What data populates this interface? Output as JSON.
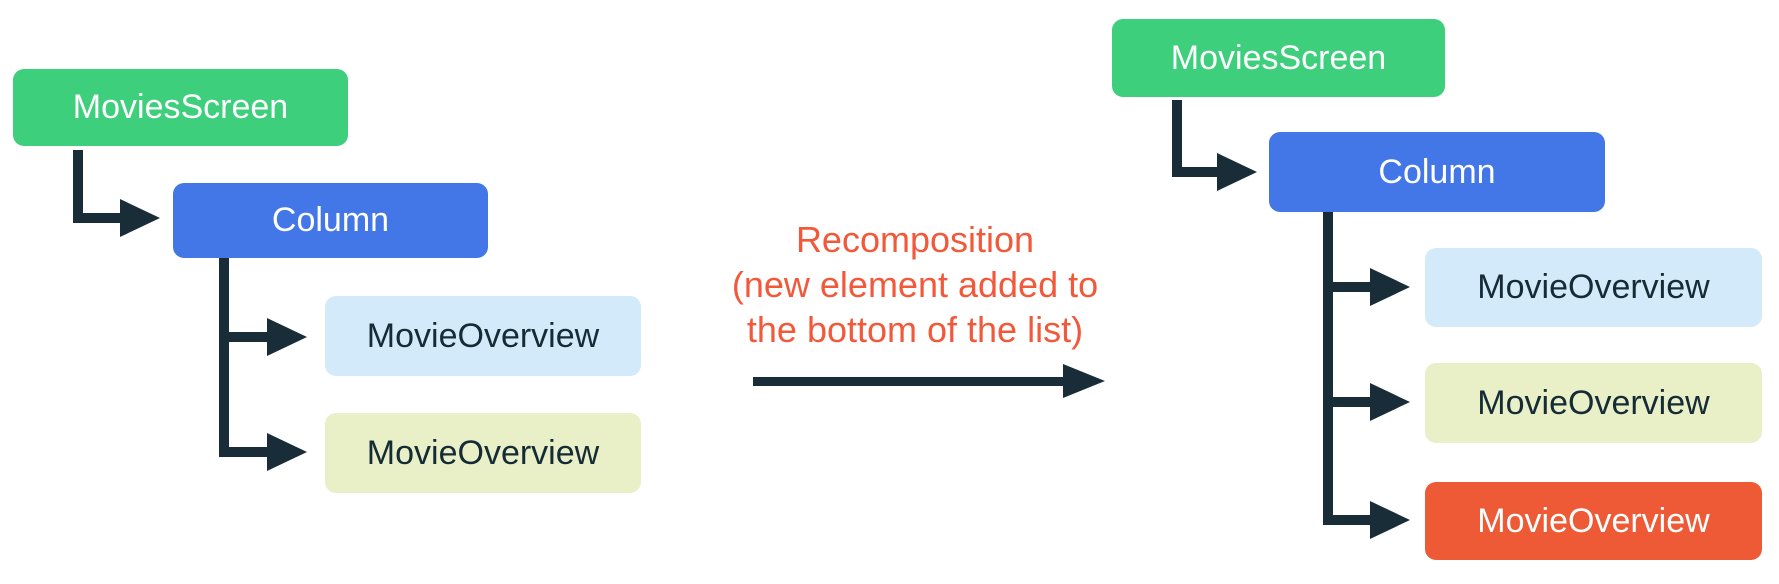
{
  "palette": {
    "green": "#3ecf7d",
    "blue": "#4377e8",
    "light_blue": "#d3eafb",
    "pale_yellow": "#e9efc7",
    "orange": "#ee5a35",
    "connector": "#182d38",
    "annotation_orange": "#f1593a",
    "white_text": "#ffffff",
    "dark_text": "#152b36"
  },
  "left_tree": {
    "root": {
      "label": "MoviesScreen",
      "color": "#3ecf7d"
    },
    "child": {
      "label": "Column",
      "color": "#4377e8"
    },
    "leaves": [
      {
        "label": "MovieOverview",
        "color": "#d3eafb"
      },
      {
        "label": "MovieOverview",
        "color": "#e9efc7"
      }
    ]
  },
  "annotation": {
    "lines": [
      "Recomposition",
      "(new element added to",
      "the bottom of the list)"
    ],
    "color": "#f1593a"
  },
  "right_tree": {
    "root": {
      "label": "MoviesScreen",
      "color": "#3ecf7d"
    },
    "child": {
      "label": "Column",
      "color": "#4377e8"
    },
    "leaves": [
      {
        "label": "MovieOverview",
        "color": "#d3eafb"
      },
      {
        "label": "MovieOverview",
        "color": "#e9efc7"
      },
      {
        "label": "MovieOverview",
        "color": "#ee5a35",
        "highlighted": true
      }
    ]
  }
}
